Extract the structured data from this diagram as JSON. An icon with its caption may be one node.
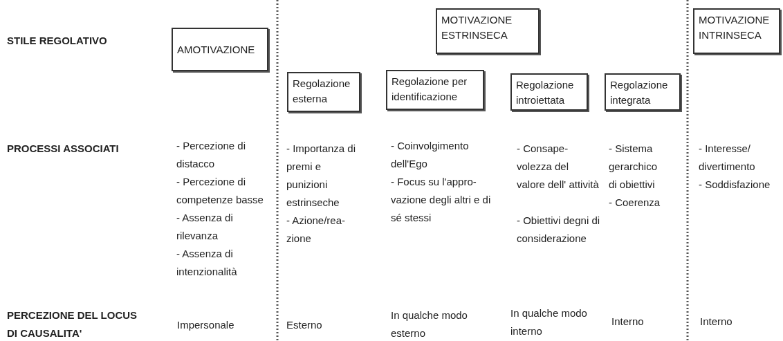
{
  "diagram": {
    "nodes": [
      {
        "text": [
          "AMOTIVAZIONE"
        ]
      },
      {
        "text": [
          "MOTIVAZIONE ESTRINSECA"
        ]
      },
      {
        "text": [
          "MOTIVAZIONE INTRINSECA"
        ]
      },
      {
        "text": [
          "Regolazione esterna"
        ]
      },
      {
        "text": [
          "Regolazione per identificazione"
        ]
      },
      {
        "text": [
          "Regolazione introiettata"
        ]
      },
      {
        "text": [
          "Regolazione integrata"
        ]
      }
    ],
    "labels": [
      "STILE REGOLATIVO",
      "PROCESSI ASSOCIATI",
      "- Percezione di distacco",
      "- Percezione di competenze basse",
      "- Assenza di rilevanza",
      "- Assenza di intenzionalità",
      "- Importanza di premi e punizioni estrinseche",
      "- Azione/rea- zione",
      "- Coinvolgimento dell'Ego",
      "- Focus su l'appro- vazione degli altri e di sé stessi",
      "- Consape- volezza del valore dell' attività",
      "- Obiettivi degni di considerazione",
      "- Sistema gerarchico di obiettivi",
      "- Coerenza",
      "- Interesse/ divertimento",
      "- Soddisfazione",
      "PERCEZIONE DEL LOCUS DI CAUSALITA'",
      "Impersonale",
      "Esterno",
      "In qualche modo esterno",
      "In qualche modo interno",
      "Interno",
      "Interno"
    ]
  }
}
